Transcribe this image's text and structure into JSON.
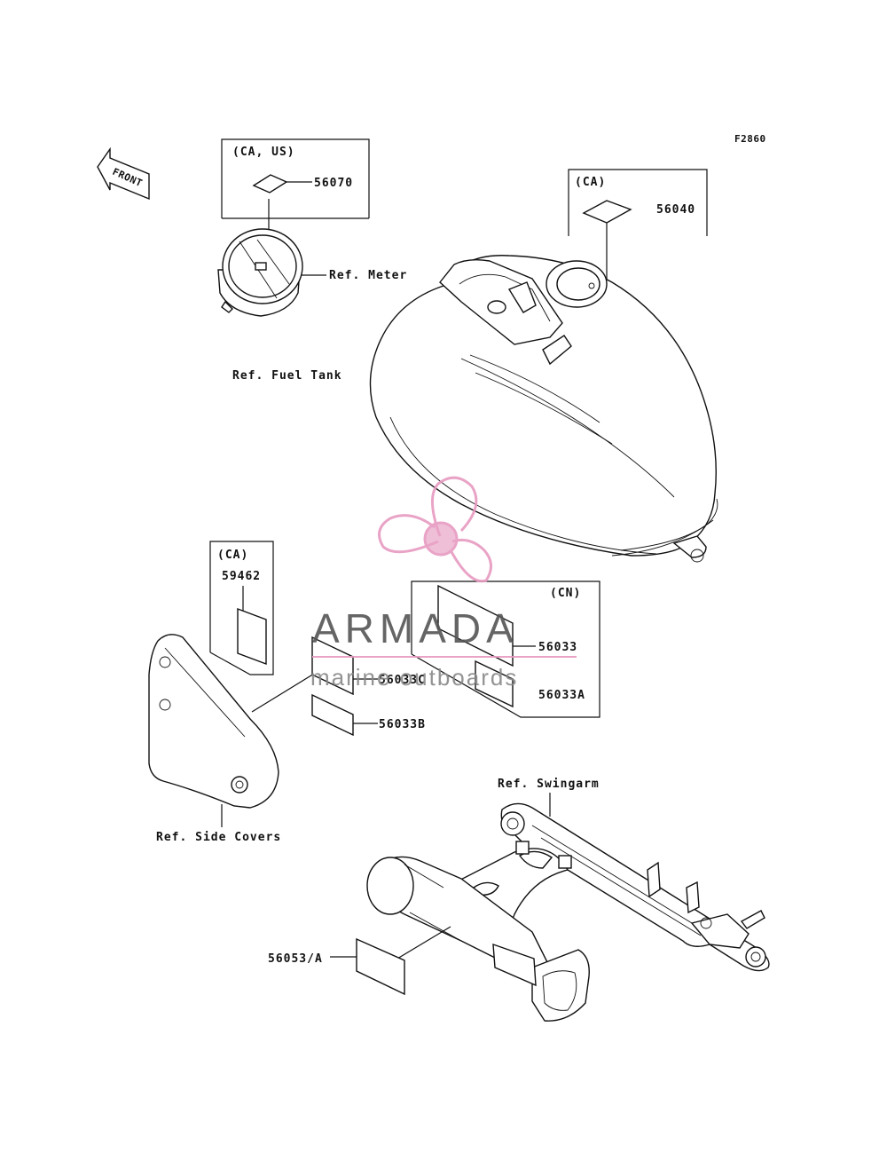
{
  "diagram_code": "F2860",
  "front_arrow": "FRONT",
  "labels": {
    "ca_us": "(CA, US)",
    "p56070": "56070",
    "ref_meter": "Ref. Meter",
    "ca_tank": "(CA)",
    "p56040": "56040",
    "ref_fuel_tank": "Ref. Fuel Tank",
    "ca_side": "(CA)",
    "p59462": "59462",
    "cn": "(CN)",
    "p56033": "56033",
    "p56033a": "56033A",
    "p56033c": "56033C",
    "p56033b": "56033B",
    "ref_side_covers": "Ref. Side Covers",
    "ref_swingarm": "Ref. Swingarm",
    "p56053a": "56053/A"
  },
  "watermark": {
    "brand": "ARMADA",
    "tagline": "marine outboards",
    "color": "#e79ac0"
  }
}
